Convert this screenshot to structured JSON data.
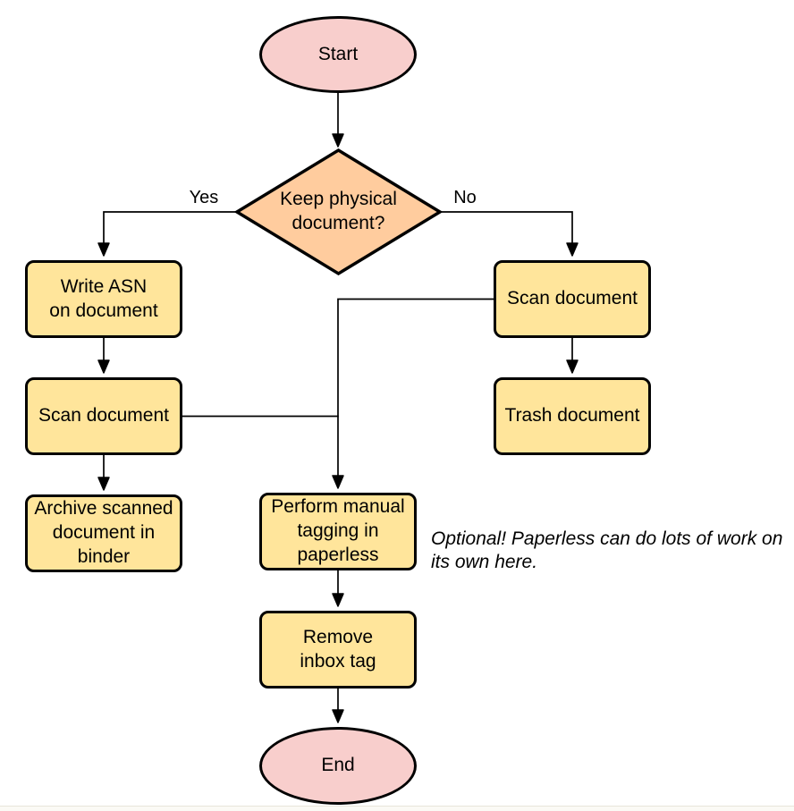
{
  "colors": {
    "pink": "#F8CECC",
    "orange": "#FFCC9E",
    "yellow": "#FFE59B",
    "stroke": "#000000",
    "text": "#000000",
    "footer_line": "#E8E5DA",
    "footer_fill": "#FBFAF5"
  },
  "nodes": {
    "start": {
      "label": "Start",
      "type": "terminator"
    },
    "decision": {
      "label": "Keep physical\ndocument?",
      "type": "decision"
    },
    "write_asn": {
      "label": "Write ASN\non document",
      "type": "process"
    },
    "scan_left": {
      "label": "Scan document",
      "type": "process"
    },
    "archive": {
      "label": "Archive scanned\ndocument in\nbinder",
      "type": "process"
    },
    "scan_right": {
      "label": "Scan document",
      "type": "process"
    },
    "trash": {
      "label": "Trash document",
      "type": "process"
    },
    "tagging": {
      "label": "Perform manual\ntagging in\npaperless",
      "type": "process"
    },
    "remove_inbox": {
      "label": "Remove\ninbox tag",
      "type": "process"
    },
    "end": {
      "label": "End",
      "type": "terminator"
    }
  },
  "edges": {
    "yes_label": "Yes",
    "no_label": "No"
  },
  "note": {
    "text": "Optional! Paperless can do lots of work on\nits own here."
  }
}
